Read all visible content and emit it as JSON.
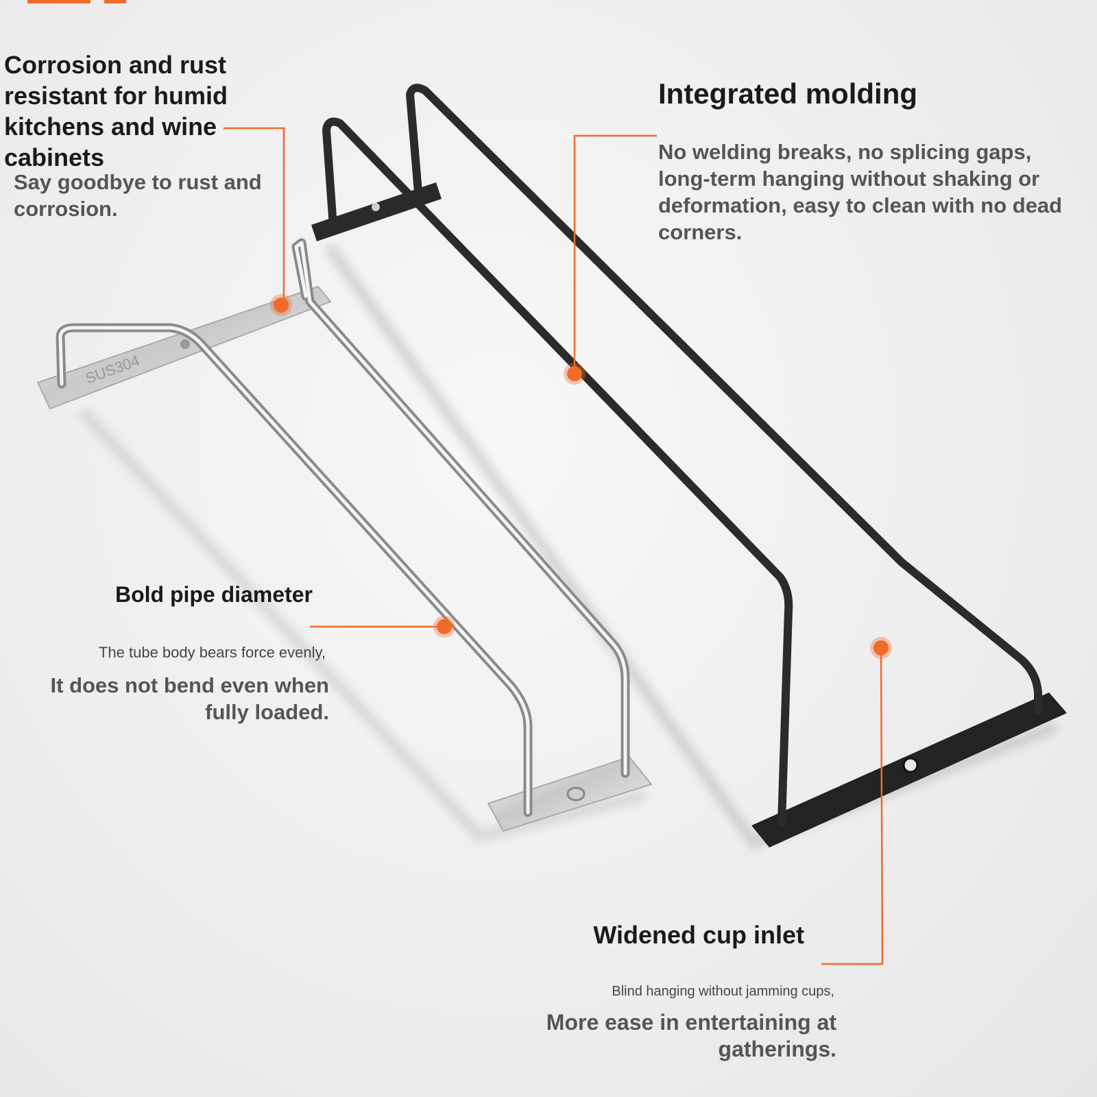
{
  "accent_color": "#f06a2a",
  "features": {
    "rust": {
      "title": "Corrosion and rust resistant for humid kitchens and wine cabinets",
      "description": "Say goodbye to rust and corrosion."
    },
    "molding": {
      "title": "Integrated molding",
      "description": "No welding breaks, no splicing gaps, long-term hanging without shaking or deformation, easy to clean with no dead corners."
    },
    "pipe": {
      "title": "Bold pipe diameter",
      "subtitle": "The tube body bears force evenly,",
      "description": "It does not bend even when fully loaded."
    },
    "inlet": {
      "title": "Widened cup inlet",
      "subtitle": "Blind hanging without jamming cups,",
      "description": "More ease in entertaining at gatherings."
    }
  },
  "products": {
    "silver_rack": {
      "finish": "stainless steel",
      "stamp": "SUS304"
    },
    "black_rack": {
      "finish": "matte black"
    }
  }
}
